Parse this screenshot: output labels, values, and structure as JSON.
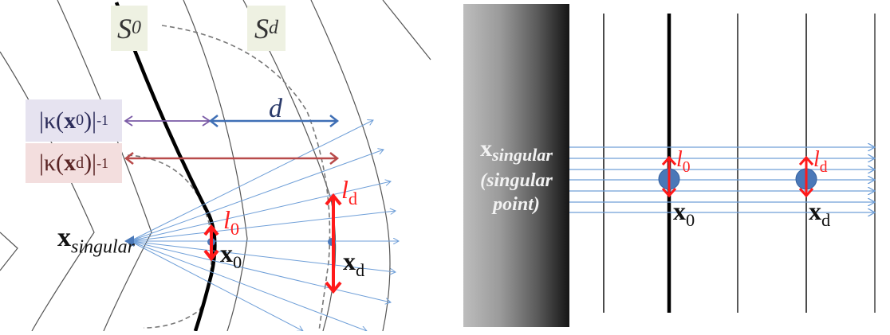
{
  "left_panel": {
    "surface_labels": {
      "s0": {
        "main": "S",
        "sub": "0"
      },
      "sd": {
        "main": "S",
        "sub": "d"
      }
    },
    "curvature_labels": {
      "kappa_x0": {
        "prefix": "|κ(",
        "var": "x",
        "sub": "0",
        "suffix": ")|",
        "exp": "-1"
      },
      "kappa_xd": {
        "prefix": "|κ(",
        "var": "x",
        "sub": "d",
        "suffix": ")|",
        "exp": "-1"
      }
    },
    "distance_label": "d",
    "singular_label": {
      "var": "x",
      "sub": "singular"
    },
    "point_x0": {
      "var": "x",
      "sub": "0"
    },
    "point_xd": {
      "var": "x",
      "sub": "d"
    },
    "length_l0": {
      "var": "l",
      "sub": "0"
    },
    "length_ld": {
      "var": "l",
      "sub": "d"
    }
  },
  "right_panel": {
    "singular_label": {
      "var": "x",
      "sub": "singular"
    },
    "singular_desc_line1": "(singular",
    "singular_desc_line2": "point)",
    "point_x0": {
      "var": "x",
      "sub": "0"
    },
    "point_xd": {
      "var": "x",
      "sub": "d"
    },
    "length_l0": {
      "var": "l",
      "sub": "0"
    },
    "length_ld": {
      "var": "l",
      "sub": "d"
    }
  },
  "colors": {
    "ray_blue": "#6f9fd8",
    "point_blue": "#4a78b8",
    "arrow_red": "#ff1a1a",
    "purple_arrow": "#7a5aa6",
    "d_arrow_blue": "#3f6fb5",
    "kappa_red_arrow": "#b84a4a",
    "s_label_bg": "#eef1e2",
    "kappa0_bg": "#e6e3f0",
    "kappad_bg": "#f3dede"
  }
}
